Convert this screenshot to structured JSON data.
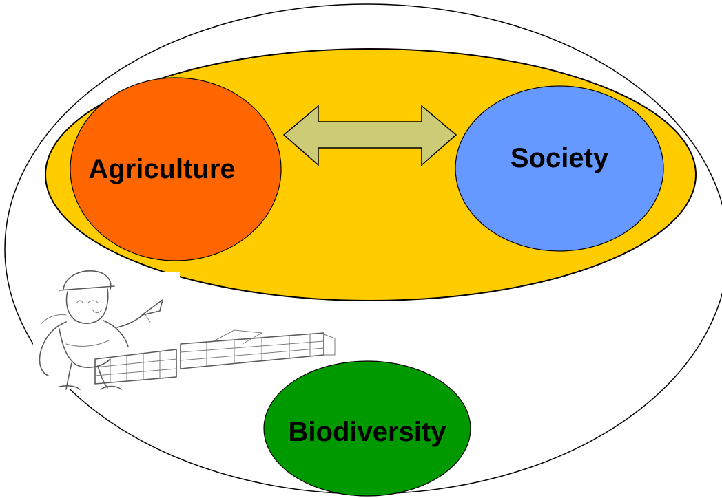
{
  "diagram": {
    "nodes": [
      {
        "id": "agriculture",
        "label": "Agriculture",
        "color": "#ff6600"
      },
      {
        "id": "society",
        "label": "Society",
        "color": "#6699ff"
      },
      {
        "id": "biodiversity",
        "label": "Biodiversity",
        "color": "#009900"
      }
    ],
    "groups": [
      {
        "id": "agriculture-society-zone",
        "color": "#ffcc00",
        "contains": [
          "agriculture",
          "society"
        ]
      },
      {
        "id": "outer-environment",
        "color": "#ffffff",
        "contains": [
          "agriculture-society-zone",
          "biodiversity"
        ]
      }
    ],
    "edges": [
      {
        "from": "agriculture",
        "to": "society",
        "style": "double-headed-arrow",
        "color": "#cccc77"
      }
    ],
    "illustration": {
      "icon": "bricklayer-building-wall-icon"
    }
  }
}
